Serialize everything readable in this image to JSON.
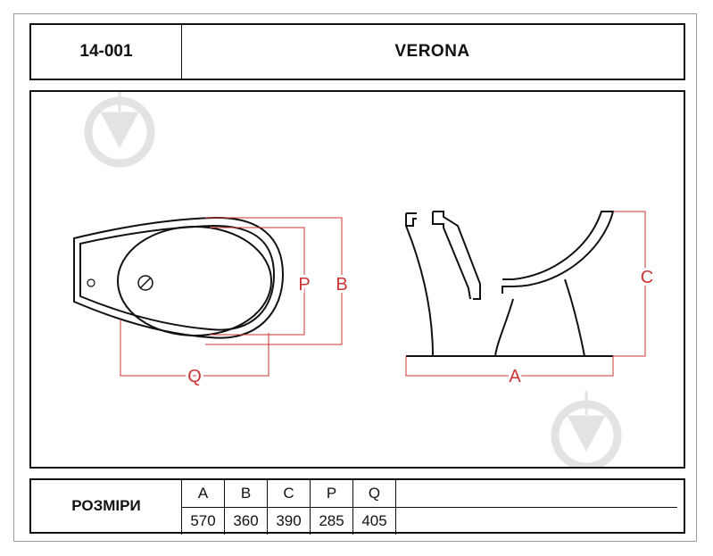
{
  "header": {
    "code": "14-001",
    "model": "VERONA"
  },
  "diagram": {
    "top_view_labels": {
      "p": "P",
      "b": "B",
      "q": "Q"
    },
    "side_view_labels": {
      "c": "C",
      "a": "A"
    },
    "colors": {
      "outline": "#111111",
      "dimension": "#cc3333",
      "watermark": "#e3e3e3"
    },
    "icons": [
      "drain-hole-icon",
      "watermark-icon"
    ]
  },
  "dimensions": {
    "label": "РОЗМІРИ",
    "headers": [
      "A",
      "B",
      "C",
      "P",
      "Q"
    ],
    "values": [
      "570",
      "360",
      "390",
      "285",
      "405"
    ]
  }
}
